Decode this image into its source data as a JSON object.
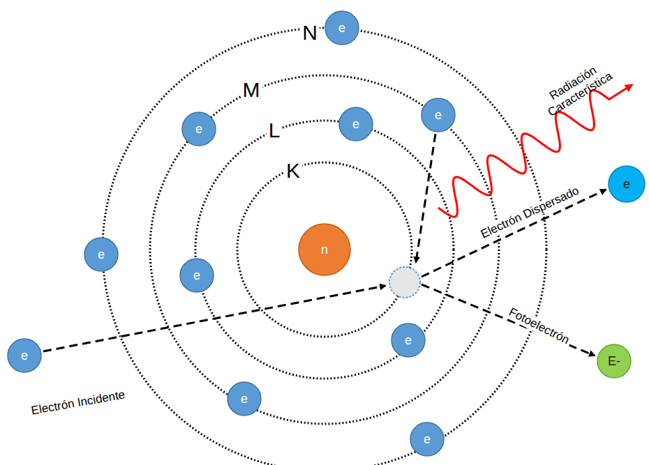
{
  "diagram": {
    "nodes": [
      {
        "text": [
          "e"
        ]
      },
      {
        "text": [
          "e"
        ]
      },
      {
        "text": [
          "e"
        ]
      },
      {
        "text": [
          "e"
        ]
      },
      {
        "text": [
          "e"
        ]
      },
      {
        "text": [
          "n"
        ]
      },
      {
        "text": [
          "e"
        ]
      },
      {
        "text": [
          "e"
        ]
      },
      {
        "text": [
          "e"
        ]
      },
      {
        "text": [
          "e"
        ]
      },
      {
        "text": [
          "E-"
        ]
      },
      {
        "text": [
          "e"
        ]
      },
      {
        "text": [
          "e"
        ]
      }
    ],
    "labels": [
      "N",
      "M",
      "L",
      "K",
      "Radiación Característica",
      "Electrón Dispersado",
      "Fotoelectrón",
      "Electrón Incidente"
    ]
  }
}
